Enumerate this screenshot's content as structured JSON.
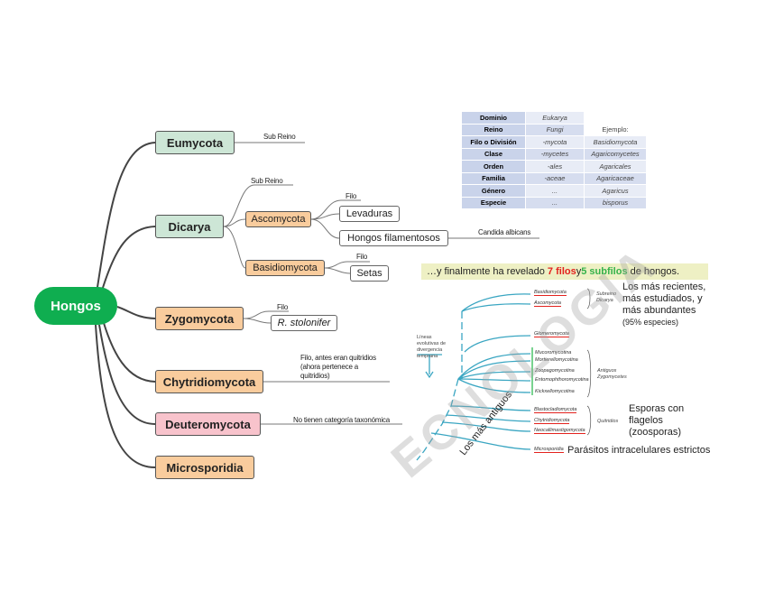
{
  "mindmap": {
    "root": "Hongos",
    "branches": [
      {
        "label": "Eumycota",
        "sublabel": "Sub Reino"
      },
      {
        "label": "Dicarya",
        "sublabel": "Sub Reino",
        "children": [
          {
            "label": "Ascomycota",
            "sublabel": "Filo",
            "children": [
              {
                "label": "Levaduras"
              },
              {
                "label": "Hongos filamentosos",
                "sublabel": "Candida albicans"
              }
            ]
          },
          {
            "label": "Basidiomycota",
            "sublabel": "Filo",
            "children": [
              {
                "label": "Setas"
              }
            ]
          }
        ]
      },
      {
        "label": "Zygomycota",
        "sublabel": "Filo",
        "children": [
          {
            "label": "R. stolonifer"
          }
        ]
      },
      {
        "label": "Chytridiomycota",
        "sublabel": "Filo, antes eran quitridios (ahora pertenece a quitridios)"
      },
      {
        "label": "Deuteromycota",
        "sublabel": "No tienen categoría taxonómica"
      },
      {
        "label": "Microsporidia"
      }
    ]
  },
  "colors": {
    "root": "#0fae50",
    "green_node": "#cde6d6",
    "orange_node": "#f9cc9d",
    "pink_node": "#f8c3cc",
    "highlight_red": "#e3221e",
    "highlight_green": "#35b24a",
    "tree_blue": "#3aa6c2"
  },
  "taxonomy_table": {
    "example_header": "Ejemplo:",
    "rows": [
      {
        "rank": "Dominio",
        "suffix": "Eukarya",
        "example": ""
      },
      {
        "rank": "Reino",
        "suffix": "Fungi",
        "example": ""
      },
      {
        "rank": "Filo o División",
        "suffix": "-mycota",
        "example": "Basidiomycota"
      },
      {
        "rank": "Clase",
        "suffix": "-mycetes",
        "example": "Agaricomycetes"
      },
      {
        "rank": "Orden",
        "suffix": "-ales",
        "example": "Agaricales"
      },
      {
        "rank": "Familia",
        "suffix": "-aceae",
        "example": "Agaricaceae"
      },
      {
        "rank": "Género",
        "suffix": "...",
        "example": "Agaricus"
      },
      {
        "rank": "Especie",
        "suffix": "...",
        "example": "bisporus"
      }
    ]
  },
  "phylogeny": {
    "banner": {
      "pre": "…y finalmente ha revelado ",
      "n_filos": "7 filos",
      "mid": " y ",
      "n_subfilos": "5 subfilos",
      "post": " de hongos."
    },
    "lineage_note": "Líneas evolutivas de divergencia temprana",
    "oldest_label": "Los más antiguos",
    "taxa": [
      {
        "name": "Basidiomycota",
        "underline": true
      },
      {
        "name": "Ascomycota",
        "underline": true
      },
      {
        "name": "Glomeromycota",
        "underline": true
      },
      {
        "name": "Mucoromycotina",
        "underline": false
      },
      {
        "name": "Mortierellomycotina",
        "underline": false
      },
      {
        "name": "Zoopagomycotina",
        "underline": false
      },
      {
        "name": "Entomophthoromycotina",
        "underline": false
      },
      {
        "name": "Kickxellomycotina",
        "underline": false
      },
      {
        "name": "Blastocladiomycota",
        "underline": true
      },
      {
        "name": "Chytridiomycota",
        "underline": true
      },
      {
        "name": "Neocallimastigomycota",
        "underline": true
      },
      {
        "name": "Microsporidia",
        "underline": true
      }
    ],
    "groups": {
      "dicarya": "Subreino Dicarya",
      "zygo": "Antiguos Zygomycetes",
      "quitridios": "Quitridios"
    },
    "notes": {
      "recent": "Los más recientes, más estudiados, y más abundantes",
      "recent_pct": "(95% especies)",
      "spores": "Esporas con flagelos (zoosporas)",
      "parasites": "Parásitos intracelulares estrictos"
    }
  },
  "watermark": "ECNOLOGIA"
}
